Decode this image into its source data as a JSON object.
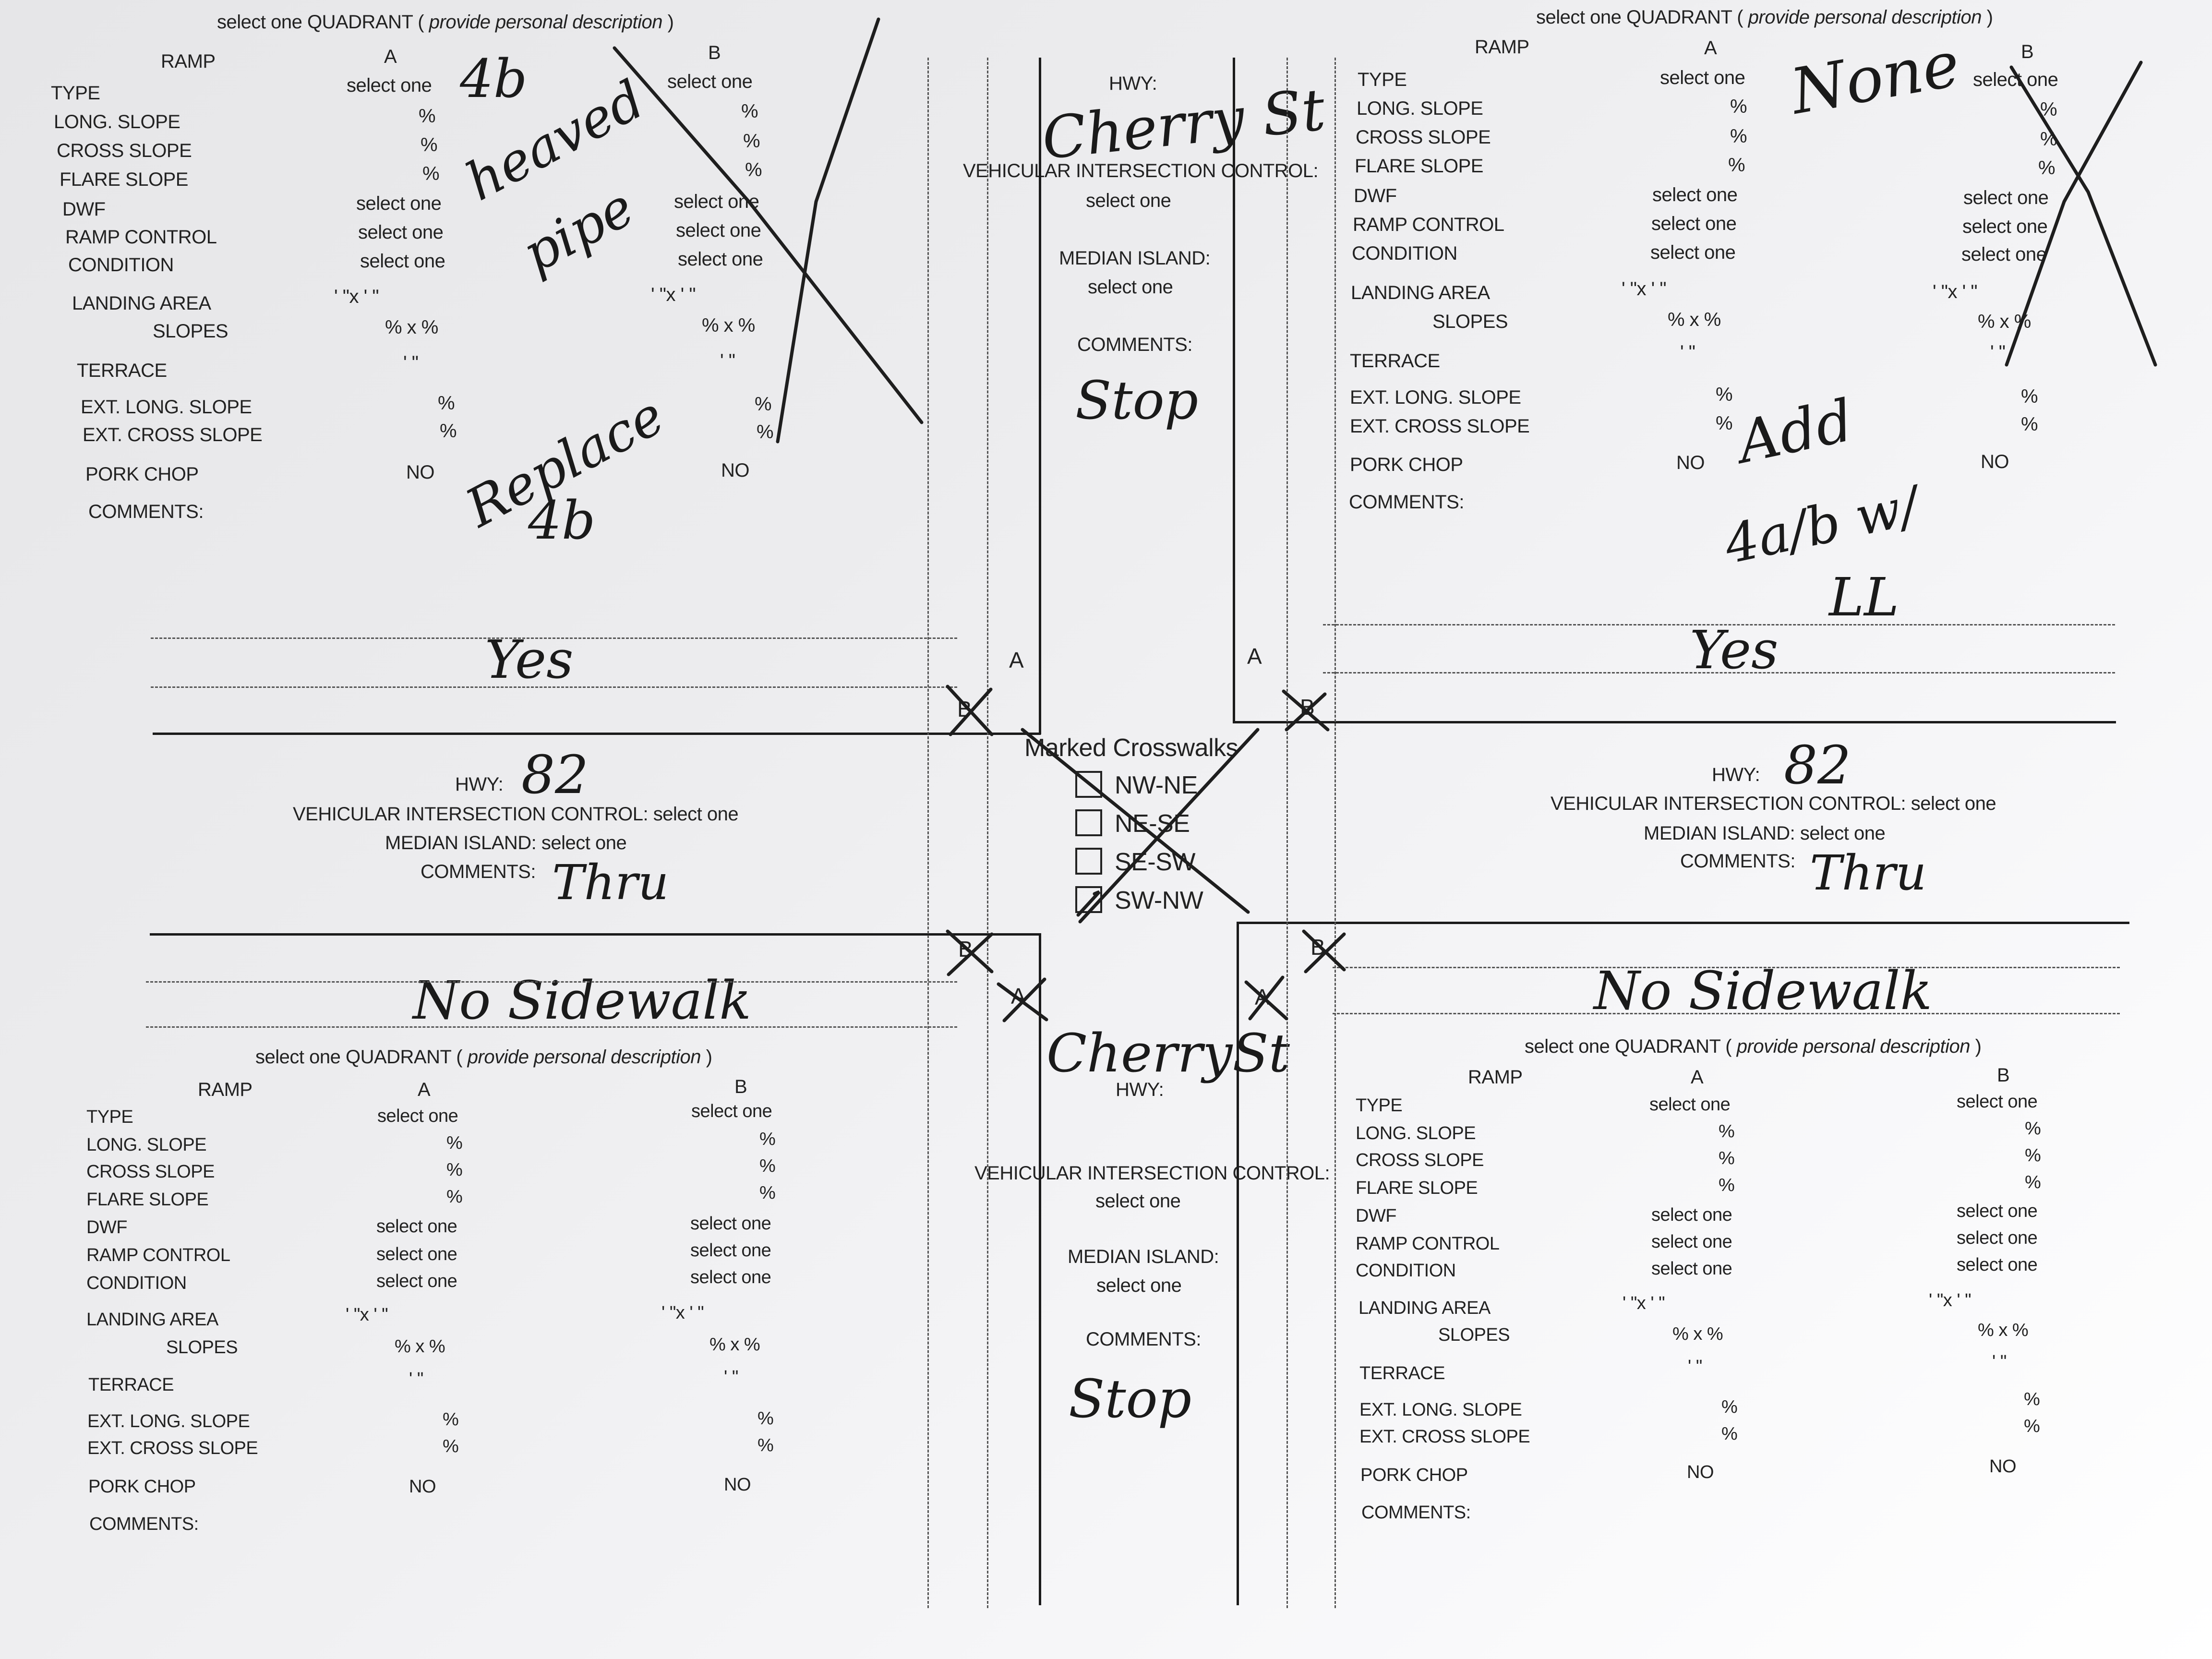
{
  "common": {
    "quadrant_title": "select one QUADRANT (",
    "quadrant_title_italic": "provide personal description",
    "quadrant_title_end": ")",
    "ramp": "RAMP",
    "col_a": "A",
    "col_b": "B",
    "type": "TYPE",
    "long_slope": "LONG. SLOPE",
    "cross_slope": "CROSS SLOPE",
    "flare_slope": "FLARE SLOPE",
    "dwf": "DWF",
    "ramp_control": "RAMP CONTROL",
    "condition": "CONDITION",
    "landing_area": "LANDING AREA",
    "slopes": "SLOPES",
    "terrace": "TERRACE",
    "ext_long_slope": "EXT. LONG. SLOPE",
    "ext_cross_slope": "EXT. CROSS SLOPE",
    "pork_chop": "PORK CHOP",
    "comments": "COMMENTS:",
    "select_one": "select one",
    "pct": "%",
    "no": "NO",
    "landing_marks": "'     \"x     '     \"",
    "slopes_marks": "% x        %",
    "terrace_marks": "'     \"",
    "hwy": "HWY:",
    "vic": "VEHICULAR INTERSECTION CONTROL:",
    "vic_inline": "VEHICULAR INTERSECTION CONTROL: select one",
    "median": "MEDIAN ISLAND:",
    "median_inline": "MEDIAN ISLAND: select one",
    "road_a": "A",
    "road_b": "B"
  },
  "crosswalks": {
    "title": "Marked Crosswalks",
    "items": [
      {
        "label": "NW-NE",
        "checked": false
      },
      {
        "label": "NE-SE",
        "checked": false
      },
      {
        "label": "SE-SW",
        "checked": false
      },
      {
        "label": "SW-NW",
        "checked": true
      }
    ]
  },
  "handwriting": {
    "nw_type_a": "4b",
    "nw_condition": "heaved",
    "nw_condition2": "pipe",
    "nw_comment": "Replace",
    "nw_comment2": "4b",
    "ne_type_a": "None",
    "ne_comment1": "Add",
    "ne_comment2": "4a/b w/",
    "ne_comment3": "LL",
    "north_hwy": "Cherry St",
    "north_comment": "Stop",
    "south_hwy": "CherrySt",
    "south_comment": "Stop",
    "west_hwy": "82",
    "west_comment": "Thru",
    "east_hwy": "82",
    "east_comment": "Thru",
    "north_crosswalk_w": "Yes",
    "north_crosswalk_e": "Yes",
    "south_sidewalk_w": "No  Sidewalk",
    "south_sidewalk_e": "No  Sidewalk"
  }
}
